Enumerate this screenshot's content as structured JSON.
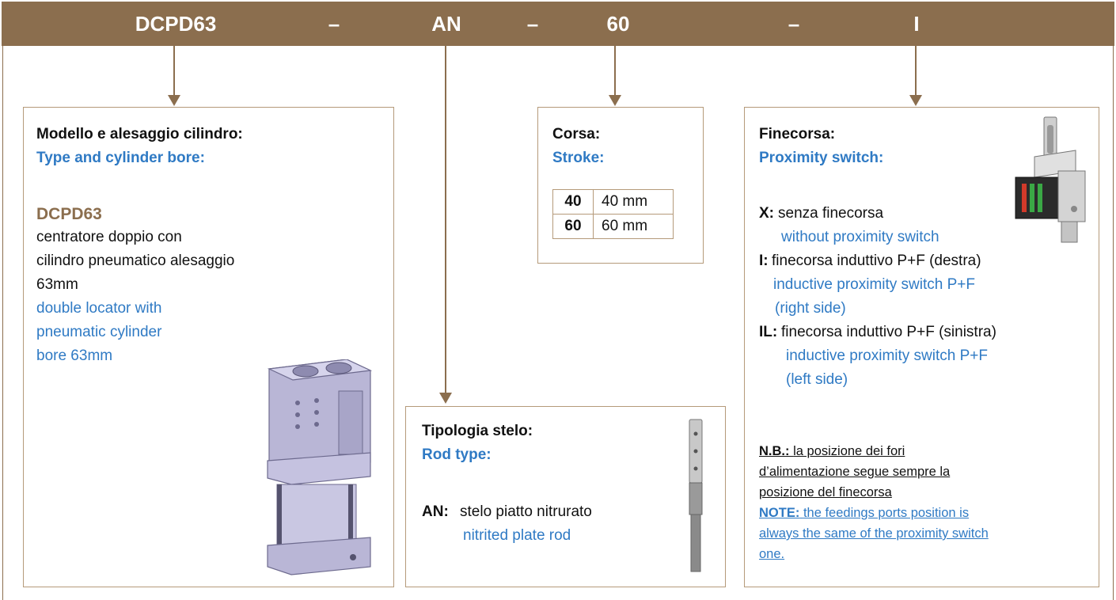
{
  "header": {
    "codes": [
      "DCPD63",
      "–",
      "AN",
      "–",
      "60",
      "–",
      "I"
    ]
  },
  "model": {
    "title_it": "Modello e alesaggio cilindro:",
    "title_en": "Type and cylinder bore:",
    "code": "DCPD63",
    "desc_it": [
      "centratore doppio con",
      "cilindro pneumatico alesaggio",
      "63mm"
    ],
    "desc_en": [
      "double locator with",
      "pneumatic cylinder",
      "bore 63mm"
    ]
  },
  "stroke": {
    "title_it": "Corsa:",
    "title_en": "Stroke:",
    "rows": [
      {
        "code": "40",
        "value": "40 mm"
      },
      {
        "code": "60",
        "value": "60 mm"
      }
    ]
  },
  "rod": {
    "title_it": "Tipologia stelo:",
    "title_en": "Rod type:",
    "code": "AN:",
    "desc_it": "stelo piatto nitrurato",
    "desc_en": "nitrited plate rod"
  },
  "switch": {
    "title_it": "Finecorsa:",
    "title_en": "Proximity switch:",
    "x_code": "X:",
    "x_it": "senza finecorsa",
    "x_en": "without proximity switch",
    "i_code": "I:",
    "i_it": "finecorsa induttivo P+F (destra)",
    "i_en_1": "inductive proximity switch P+F",
    "i_en_2": "(right side)",
    "il_code": "IL:",
    "il_it": "finecorsa induttivo P+F (sinistra)",
    "il_en_1": "inductive proximity switch P+F",
    "il_en_2": "(left side)",
    "nb_label": "N.B.:",
    "nb_text_1": "la posizione dei fori",
    "nb_text_2": "d’alimentazione segue sempre la",
    "nb_text_3": "posizione del finecorsa",
    "note_label": "NOTE:",
    "note_text_1": "the feedings ports position is",
    "note_text_2": "always the same of the proximity switch",
    "note_text_3": "one."
  },
  "colors": {
    "brown": "#8b6e4e",
    "blue": "#2f7ac4"
  }
}
